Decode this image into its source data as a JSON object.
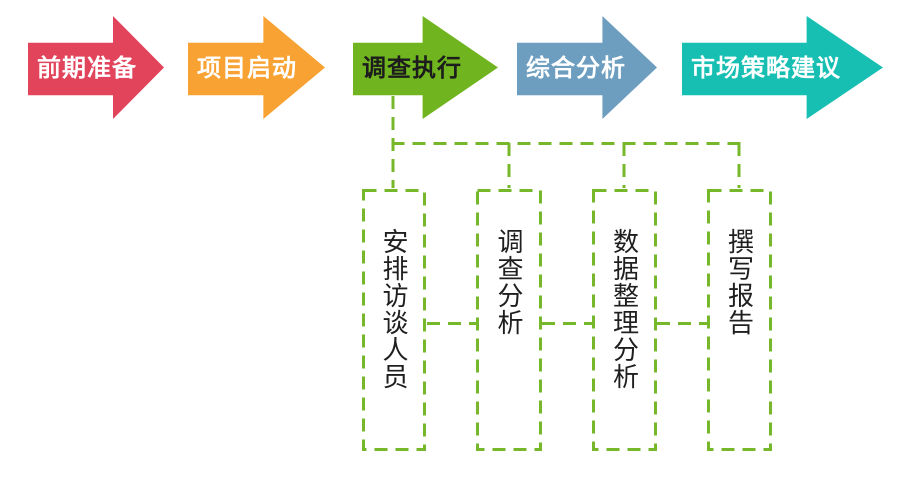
{
  "flow_arrows": [
    {
      "label": "前期准备",
      "color": "#e2445c",
      "text_color": "#ffffff"
    },
    {
      "label": "项目启动",
      "color": "#f8a233",
      "text_color": "#ffffff"
    },
    {
      "label": "调查执行",
      "color": "#70b41f",
      "text_color": "#1c1c1c"
    },
    {
      "label": "综合分析",
      "color": "#6d9ec0",
      "text_color": "#ffffff"
    },
    {
      "label": "市场策略建议",
      "color": "#17bfb3",
      "text_color": "#ffffff"
    }
  ],
  "sub_tasks": [
    {
      "label": "安排访谈人员"
    },
    {
      "label": "调查分析"
    },
    {
      "label": "数据整理分析"
    },
    {
      "label": "撰写报告"
    }
  ],
  "connector": {
    "color": "#76b82a",
    "style": "dashed"
  },
  "background": "#ffffff"
}
